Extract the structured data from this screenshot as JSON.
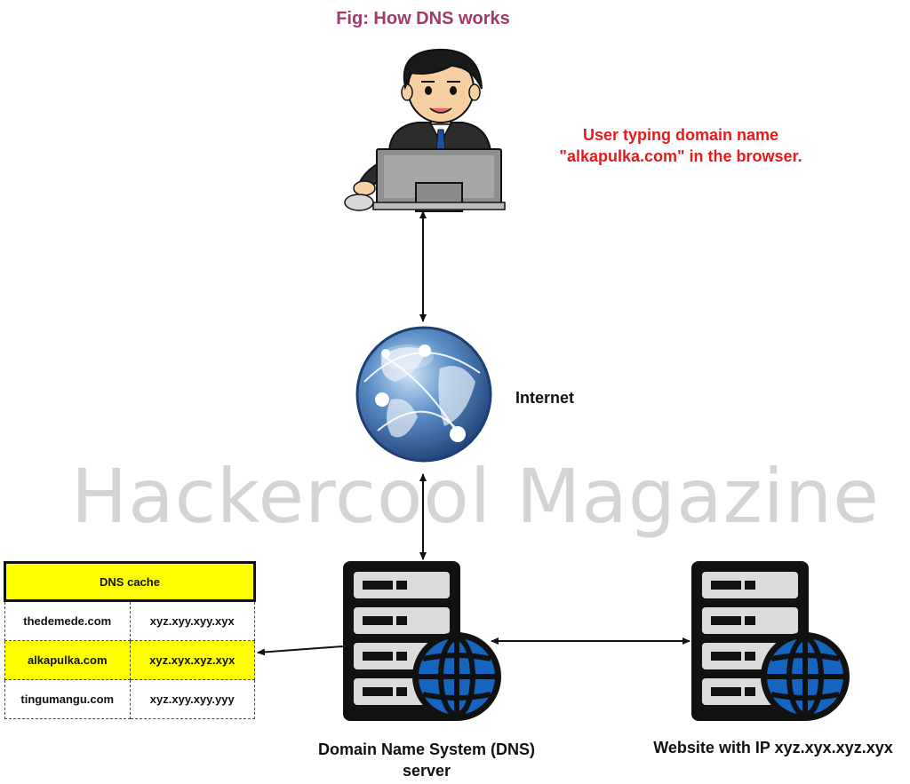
{
  "title": "Fig: How DNS works",
  "caption": {
    "line1": "User typing domain name",
    "line2": "\"alkapulka.com\" in the browser."
  },
  "internet_label": "Internet",
  "watermark": "Hackercool Magazine",
  "dns_cache": {
    "header": "DNS cache",
    "rows": [
      {
        "domain": "thedemede.com",
        "ip": "xyz.xyy.xyy.xyx"
      },
      {
        "domain": "alkapulka.com",
        "ip": "xyz.xyx.xyz.xyx"
      },
      {
        "domain": "tingumangu.com",
        "ip": "xyz.xyy.xyy.yyy"
      }
    ]
  },
  "dns_server_label": {
    "line1": "Domain Name System (DNS)",
    "line2": "server"
  },
  "website_label": "Website with IP xyz.xyx.xyz.xyx",
  "colors": {
    "title": "#9e3a6c",
    "caption": "#e31b1b",
    "highlight": "#ffff00",
    "globe_blue": "#1565c0"
  }
}
